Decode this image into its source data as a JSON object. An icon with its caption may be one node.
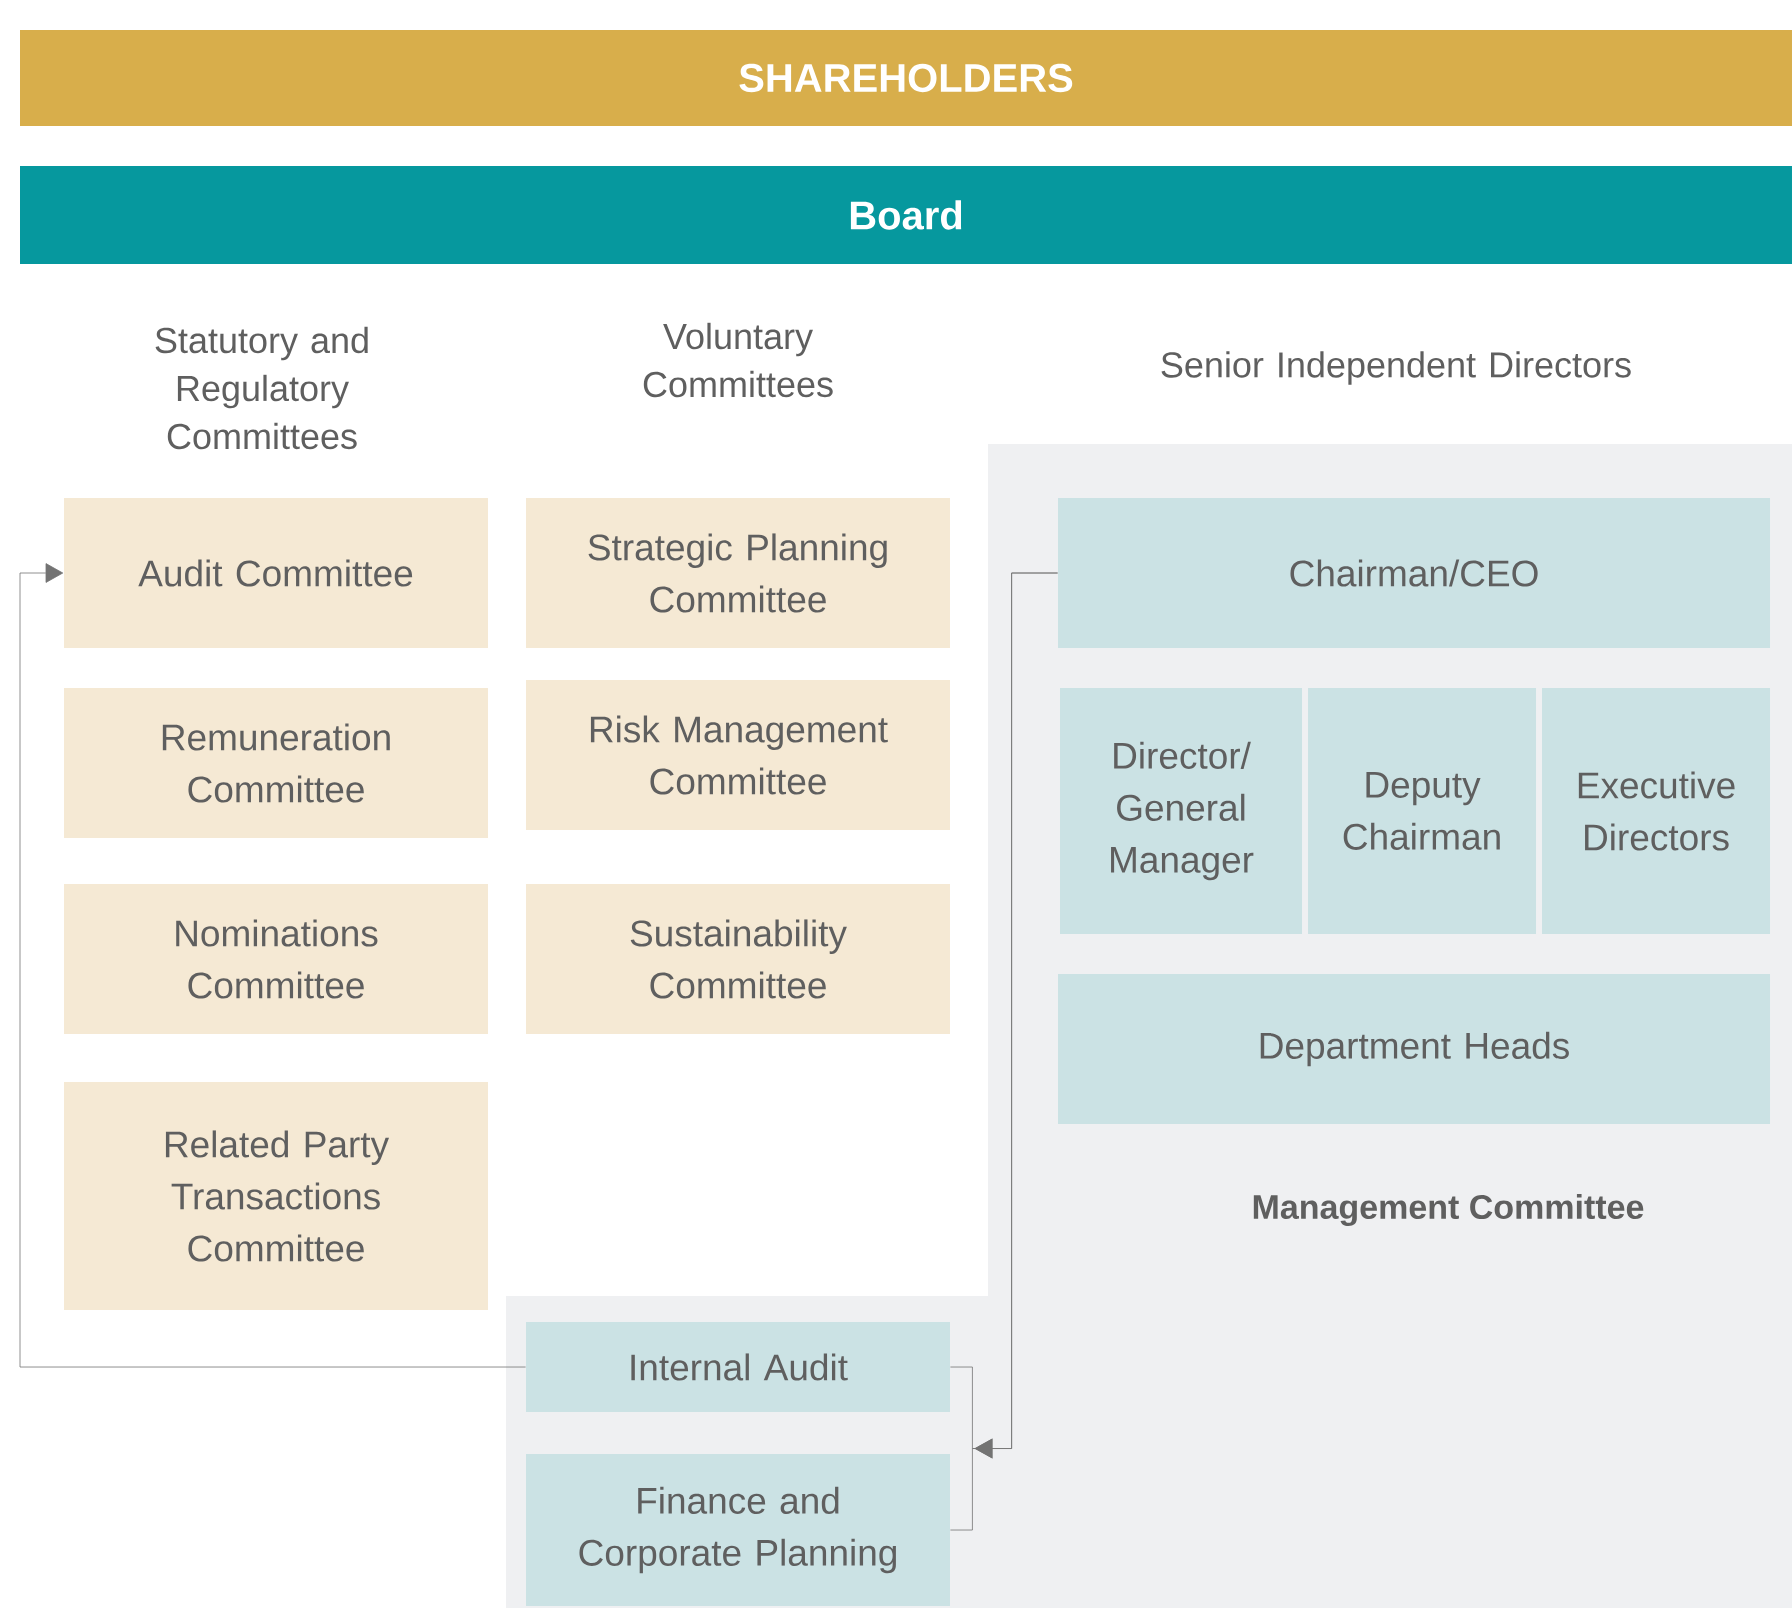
{
  "diagram": {
    "nodes": [
      {
        "text": [
          "SHAREHOLDERS"
        ]
      },
      {
        "text": [
          "Board"
        ]
      },
      {
        "text": [
          "Audit Committee"
        ]
      },
      {
        "text": [
          "Remuneration Committee"
        ]
      },
      {
        "text": [
          "Nominations Committee"
        ]
      },
      {
        "text": [
          "Related Party Transactions Committee"
        ]
      },
      {
        "text": [
          "Strategic Planning Committee"
        ]
      },
      {
        "text": [
          "Risk Management Committee"
        ]
      },
      {
        "text": [
          "Sustainability Committee"
        ]
      },
      {
        "text": [
          "Management Committee"
        ]
      },
      {
        "text": [
          "Chairman/CEO"
        ],
        "in": 9
      },
      {
        "text": [
          "Director/ General Manager"
        ],
        "in": 9
      },
      {
        "text": [
          "Deputy Chairman"
        ],
        "in": 9
      },
      {
        "text": [
          "Executive Directors"
        ],
        "in": 9
      },
      {
        "text": [
          "Department Heads"
        ],
        "in": 9
      },
      {
        "text": [
          "Internal Audit"
        ],
        "in": 9
      },
      {
        "text": [
          "Finance and Corporate Planning"
        ],
        "in": 9
      }
    ],
    "edges": [
      {
        "from": 15,
        "to": 2,
        "arrow": "to"
      },
      {
        "from": 10,
        "to": 15,
        "arrow": "to"
      },
      {
        "from": 10,
        "to": 16,
        "arrow": "to"
      }
    ],
    "labels": [
      "Statutory and Regulatory Committees",
      "Voluntary Committees",
      "Senior Independent Directors"
    ]
  }
}
